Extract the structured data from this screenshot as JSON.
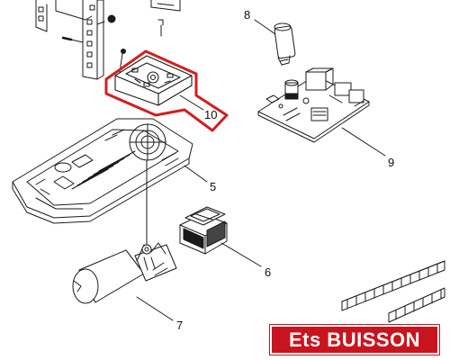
{
  "parts": {
    "part_5": "5",
    "part_6": "6",
    "part_7": "7",
    "part_8": "8",
    "part_9": "9",
    "part_10": "10"
  },
  "brand": {
    "text": "Ets BUISSON",
    "color": "#c8141e"
  },
  "highlight_color": "#d21e1e",
  "line_color": "#1a1a1a"
}
